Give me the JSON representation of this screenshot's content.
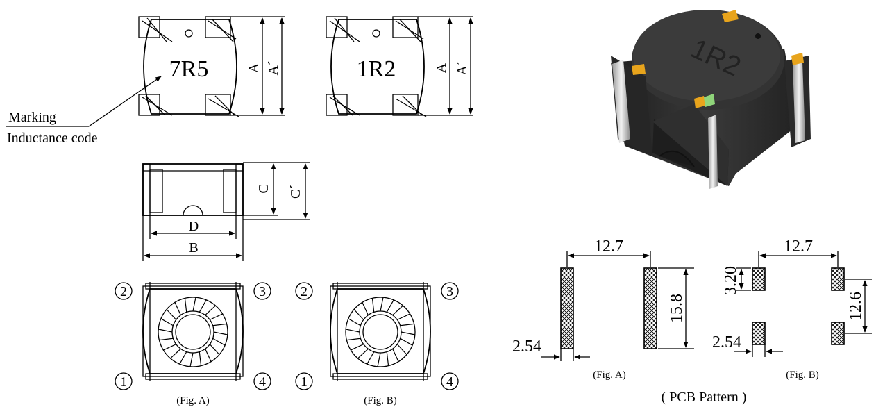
{
  "top_views": {
    "fig_a_marking": "7R5",
    "fig_b_marking": "1R2",
    "dim_a": "A",
    "dim_a_prime": "A´"
  },
  "callout": {
    "line1": "Marking",
    "line2": "Inductance code"
  },
  "side_view": {
    "dim_c": "C",
    "dim_c_prime": "C´",
    "dim_d": "D",
    "dim_b": "B"
  },
  "bottom_views": {
    "pins": [
      "1",
      "2",
      "3",
      "4"
    ],
    "caption_a": "(Fig. A)",
    "caption_b": "(Fig. B)"
  },
  "render_3d": {
    "marking": "1R2"
  },
  "pcb": {
    "title": "( PCB Pattern )",
    "fig_a": {
      "caption": "(Fig. A)",
      "spacing": "12.7",
      "pad_length": "15.8",
      "pad_width": "2.54"
    },
    "fig_b": {
      "caption": "(Fig. B)",
      "spacing": "12.7",
      "pad_height": "3.20",
      "row_spacing": "12.6",
      "pad_width": "2.54"
    }
  },
  "colors": {
    "body_dark": "#2b2b2b",
    "terminal_orange": "#e8a41c",
    "terminal_green": "#8fd47a",
    "lead_silver": "#d8d8d8"
  }
}
